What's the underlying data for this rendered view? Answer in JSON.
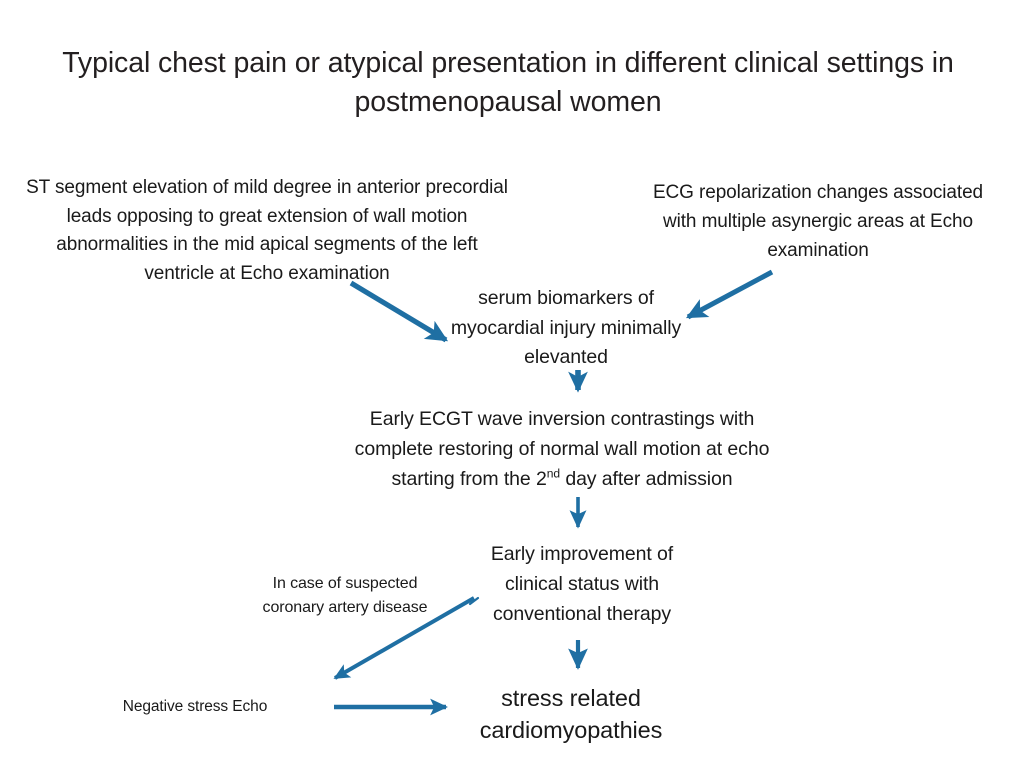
{
  "figure": {
    "title": "Typical chest pain or atypical presentation in different clinical settings in postmenopausal women",
    "background_color": "#ffffff",
    "text_color": "#231f20",
    "arrow_color": "#1f6fa3"
  },
  "nodes": {
    "st_elevation": "ST segment elevation of mild degree in anterior precordial leads opposing to great extension of wall motion abnormalities in the mid apical segments of the left ventricle at Echo examination",
    "ecg_repolarization": "ECG repolarization changes associated with multiple asynergic areas at Echo examination",
    "serum_biomarkers": "serum biomarkers of myocardial injury minimally elevanted",
    "early_ecgt": {
      "line1": "Early ECGT wave inversion contrastings with",
      "line2": "complete restoring of normal wall motion at echo",
      "line3_before": "starting from the 2",
      "line3_sup": "nd",
      "line3_after": " day after admission"
    },
    "early_improvement": "Early improvement of clinical status with conventional therapy",
    "suspected_cad": "In case of suspected coronary artery disease",
    "negative_stress_echo": "Negative stress Echo",
    "stress_cardiomyopathies": "stress related cardiomyopathies"
  },
  "arrows": [
    {
      "name": "arrow-st-elevation-to-serum",
      "from": "st_elevation",
      "to": "serum_biomarkers",
      "direction": "down-right"
    },
    {
      "name": "arrow-ecg-repolarization-to-serum",
      "from": "ecg_repolarization",
      "to": "serum_biomarkers",
      "direction": "down-left"
    },
    {
      "name": "arrow-serum-to-ecgt",
      "from": "serum_biomarkers",
      "to": "early_ecgt",
      "direction": "down"
    },
    {
      "name": "arrow-ecgt-to-improvement",
      "from": "early_ecgt",
      "to": "early_improvement",
      "direction": "down"
    },
    {
      "name": "arrow-improvement-to-negative-echo",
      "from": "early_improvement",
      "to": "negative_stress_echo",
      "direction": "down-left"
    },
    {
      "name": "arrow-improvement-to-stress-cm",
      "from": "early_improvement",
      "to": "stress_cardiomyopathies",
      "direction": "down"
    },
    {
      "name": "arrow-negative-echo-to-stress-cm",
      "from": "negative_stress_echo",
      "to": "stress_cardiomyopathies",
      "direction": "right"
    }
  ]
}
